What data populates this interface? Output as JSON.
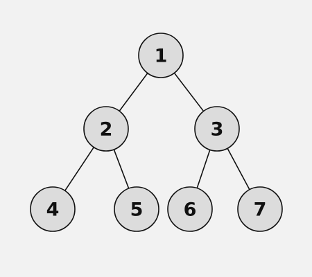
{
  "tree": {
    "nodes": [
      {
        "id": "n1",
        "label": "1"
      },
      {
        "id": "n2",
        "label": "2"
      },
      {
        "id": "n3",
        "label": "3"
      },
      {
        "id": "n4",
        "label": "4"
      },
      {
        "id": "n5",
        "label": "5"
      },
      {
        "id": "n6",
        "label": "6"
      },
      {
        "id": "n7",
        "label": "7"
      }
    ],
    "edges": [
      {
        "from": "n1",
        "to": "n2"
      },
      {
        "from": "n1",
        "to": "n3"
      },
      {
        "from": "n2",
        "to": "n4"
      },
      {
        "from": "n2",
        "to": "n5"
      },
      {
        "from": "n3",
        "to": "n6"
      },
      {
        "from": "n3",
        "to": "n7"
      }
    ]
  }
}
